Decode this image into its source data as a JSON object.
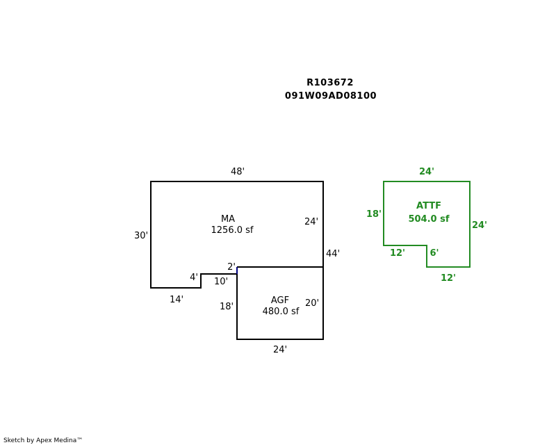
{
  "header": {
    "parcel_id": "R103672",
    "map_number": "091W09AD08100"
  },
  "colors": {
    "main_outline": "#000000",
    "shared_wall": "#000080",
    "attf_outline": "#228b22",
    "attf_text": "#228b22"
  },
  "areas": {
    "ma": {
      "code": "MA",
      "size": "1256.0 sf"
    },
    "agf": {
      "code": "AGF",
      "size": "480.0 sf"
    },
    "attf": {
      "code": "ATTF",
      "size": "504.0 sf"
    }
  },
  "dimensions": {
    "ma_top": "48'",
    "ma_left": "30'",
    "ma_right": "24'",
    "ma_bottom": "14'",
    "ma_notch_rise": "4'",
    "ma_notch_run": "10'",
    "ma_notch_small": "2'",
    "total_right": "44'",
    "agf_left": "18'",
    "agf_right": "20'",
    "agf_bottom": "24'",
    "attf_top": "24'",
    "attf_left": "18'",
    "attf_right": "24'",
    "attf_inner_run": "12'",
    "attf_inner_rise": "6'",
    "attf_bottom": "12'"
  },
  "footer": {
    "credit": "Sketch by Apex Medina™"
  }
}
